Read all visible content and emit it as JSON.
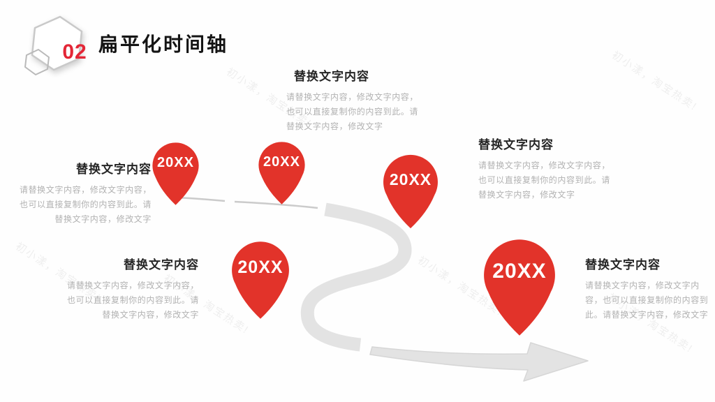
{
  "slide": {
    "badge_number": "02",
    "title": "扁平化时间轴"
  },
  "watermark": {
    "text": "初小漾，淘宝热卖!"
  },
  "timeline": {
    "pins": [
      {
        "label": "20XX"
      },
      {
        "label": "20XX"
      },
      {
        "label": "20XX"
      },
      {
        "label": "20XX"
      },
      {
        "label": "20XX"
      }
    ],
    "blocks": [
      {
        "position": "left",
        "heading": "替换文字内容",
        "body": "请替换文字内容，修改文字内容，也可以直接复制你的内容到此。请替换文字内容，修改文字"
      },
      {
        "position": "top-center",
        "heading": "替换文字内容",
        "body": "请替换文字内容，修改文字内容，也可以直接复制你的内容到此。请替换文字内容，修改文字"
      },
      {
        "position": "right",
        "heading": "替换文字内容",
        "body": "请替换文字内容，修改文字内容，也可以直接复制你的内容到此。请替换文字内容，修改文字"
      },
      {
        "position": "bottom-left",
        "heading": "替换文字内容",
        "body": "请替换文字内容，修改文字内容，也可以直接复制你的内容到此。请替换文字内容，修改文字"
      },
      {
        "position": "bottom-right",
        "heading": "替换文字内容",
        "body": "请替换文字内容，修改文字内容，也可以直接复制你的内容到此。请替换文字内容，修改文字"
      }
    ]
  },
  "colors": {
    "pin_red": "#e2332a",
    "badge_red": "#e32636",
    "road_gray": "#e3e3e3",
    "road_edge": "#cbcbcb",
    "heading_dark": "#252525",
    "body_gray": "#b2b2b2"
  }
}
